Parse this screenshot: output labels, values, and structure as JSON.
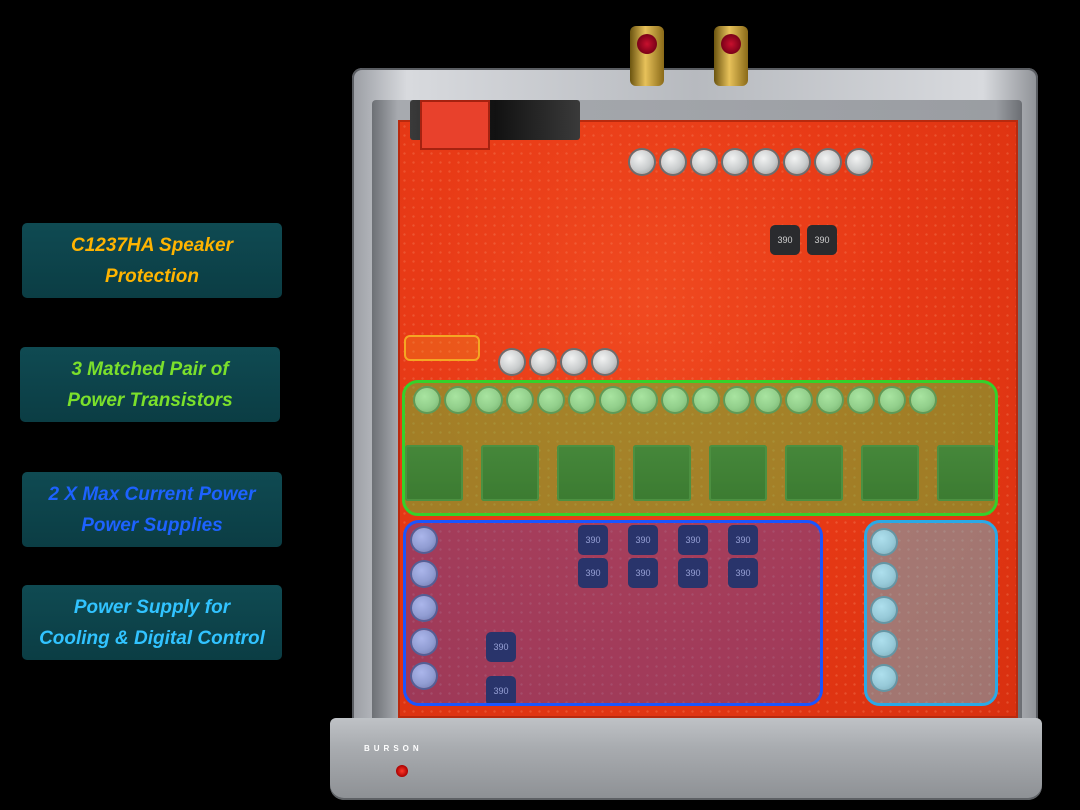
{
  "legend": [
    {
      "text": "C1237HA Speaker\nProtection",
      "color": "#ffb400"
    },
    {
      "text": "3 Matched Pair of\nPower Transistors",
      "color": "#7be02b"
    },
    {
      "text": "2 X Max Current Power\nPower Supplies",
      "color": "#1d62ff"
    },
    {
      "text": "Power Supply for\nCooling & Digital Control",
      "color": "#31c3ff"
    }
  ],
  "brand": "BURSON",
  "inductor_label": "390"
}
